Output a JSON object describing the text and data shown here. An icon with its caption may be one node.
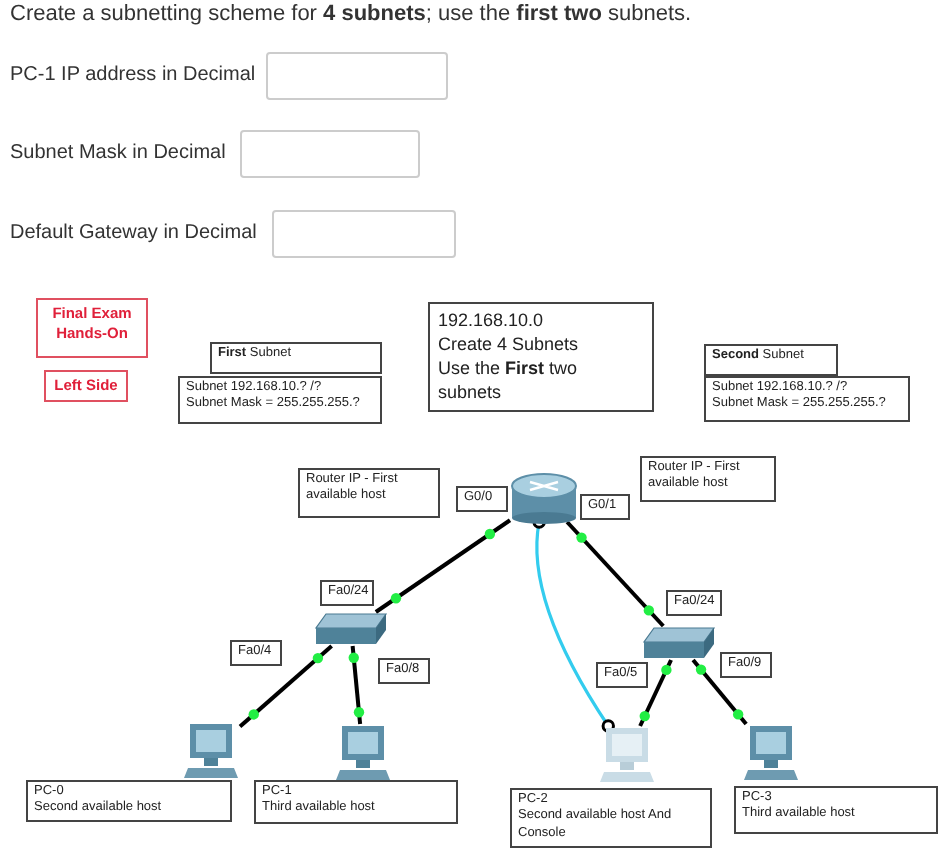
{
  "diagram": {
    "title": "Create a subnetting scheme for **4 subnets**; use the **first two** subnets.",
    "nodes": [
      {
        "text": [
          "Final Exam Hands-On"
        ]
      },
      {
        "text": [
          "Left Side"
        ]
      },
      {
        "text": [
          "**First** Subnet"
        ]
      },
      {
        "text": [
          "Subnet 192.168.10.? /?",
          "Subnet Mask = 255.255.255.?"
        ]
      },
      {
        "text": [
          "192.168.10.0",
          "Create 4 Subnets",
          "Use the **First** two subnets"
        ]
      },
      {
        "text": [
          "**Second** Subnet"
        ]
      },
      {
        "text": [
          "Subnet 192.168.10.? /?",
          "Subnet Mask = 255.255.255.?"
        ]
      },
      {
        "text": [
          "Router IP - First available host"
        ]
      },
      {
        "text": [
          "G0/0"
        ]
      },
      {
        "text": [],
        "shape": "router"
      },
      {
        "text": [
          "G0/1"
        ]
      },
      {
        "text": [
          "Router IP - First available host"
        ]
      },
      {
        "text": [
          "Fa0/24"
        ]
      },
      {
        "text": [],
        "shape": "switch"
      },
      {
        "text": [
          "Fa0/24"
        ]
      },
      {
        "text": [
          "Fa0/4"
        ]
      },
      {
        "text": [
          "Fa0/8"
        ]
      },
      {
        "text": [],
        "shape": "switch"
      },
      {
        "text": [
          "Fa0/5"
        ]
      },
      {
        "text": [
          "Fa0/9"
        ]
      },
      {
        "text": [],
        "shape": "computer"
      },
      {
        "text": [],
        "shape": "computer"
      },
      {
        "text": [],
        "shape": "computer"
      },
      {
        "text": [],
        "shape": "computer"
      },
      {
        "text": [
          "PC-0",
          "Second available host"
        ]
      },
      {
        "text": [
          "PC-1",
          "Third available host"
        ]
      },
      {
        "text": [
          "PC-2",
          "Second available host And Console"
        ]
      },
      {
        "text": [
          "PC-3",
          "Third available host"
        ]
      }
    ],
    "edges": [
      {
        "from": 9,
        "to": 13,
        "arrow": "none"
      },
      {
        "from": 9,
        "to": 17,
        "arrow": "none"
      },
      {
        "from": 13,
        "to": 20,
        "arrow": "none"
      },
      {
        "from": 13,
        "to": 21,
        "arrow": "none"
      },
      {
        "from": 17,
        "to": 22,
        "arrow": "none"
      },
      {
        "from": 17,
        "to": 23,
        "arrow": "none"
      },
      {
        "from": 9,
        "to": 22,
        "arrow": "other",
        "color": "#33ccee"
      }
    ],
    "labels": [
      "PC-1 IP address in Decimal",
      "Subnet Mask in Decimal",
      "Default Gateway in Decimal"
    ]
  }
}
